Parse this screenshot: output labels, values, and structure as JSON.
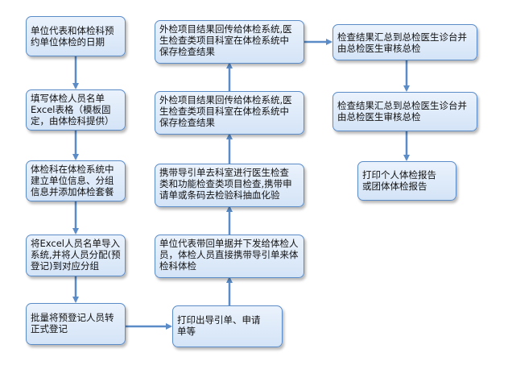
{
  "nodes": {
    "n1": "单位代表和体检科预\n约单位体检的日期",
    "n2": "填写体检人员名单\nExcel表格（模板固\n定，由体检科提供）",
    "n3": "体检科在体检系统中\n建立单位信息、分组\n信息并添加体检套餐",
    "n4": "将Excel人员名单导入\n系统,并将人员分配(预\n登记)到对应分组",
    "n5": "批量将预登记人员转\n正式登记",
    "n6": "打印出导引单、申请\n单等",
    "n7": "单位代表带回单据并下发给体检人\n员，体检人员直接携带导引单来体\n检科体检",
    "n8": "携带导引单去科室进行医生检查\n类和功能检查类项目检查,携带申\n请单或条码去检验科抽血化验",
    "n9": "外检项目结果回传给体检系统,医\n生检查类项目科室在体检系统中\n保存检查结果",
    "n10": "外检项目结果回传给体检系统,医\n生检查类项目科室在体检系统中\n保存检查结果",
    "n11": "检查结果汇总到总检医生诊台并\n由总检医生审核总检",
    "n12": "检查结果汇总到总检医生诊台并\n由总检医生审核总检",
    "n13": "打印个人体检报告\n或团体体检报告"
  }
}
